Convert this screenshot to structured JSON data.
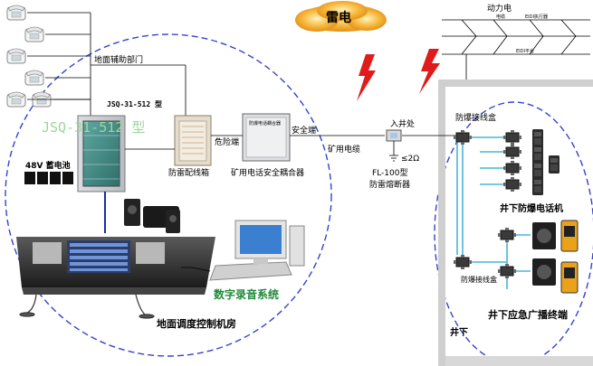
{
  "labels": {
    "lightning": "雷电",
    "power_line": "动力电",
    "power_sub1": "电缆",
    "power_sub2": "EIDI执行器",
    "power_sub3": "EIDI平台",
    "ground_aux": "地面辅助部门",
    "model": "JSQ-31-512 型",
    "model_watermark": "JSQ-31-512 型",
    "battery": "48V 蓄电池",
    "danger_end": "危险端",
    "safe_end": "安全端",
    "coupler_panel": "防爆电话耦合器",
    "distribution_box": "防雷配线箱",
    "coupler": "矿用电话安全耦合器",
    "mine_cable": "矿用电缆",
    "shaft_entry": "入井处",
    "ground_res": "≤2Ω",
    "fuse_model": "FL-100型",
    "fuse": "防雷熔断器",
    "junction_top": "防爆接线盒",
    "junction_bottom": "防爆接线盒",
    "ex_phone": "井下防爆电话机",
    "recording": "数字录音系统",
    "control_room": "地面调度控制机房",
    "underground": "井下",
    "broadcast": "井下应急广播终端"
  },
  "colors": {
    "dash_ellipse": "#3344cc",
    "wire": "#000000",
    "blue_link": "#1a2fa0",
    "underground_cable": "#49b6d6",
    "lightning_red": "#e01b1b",
    "cloud_orange": "#f2a11f",
    "watermark_green": "#9bd89b",
    "recording_green": "#1f8a3a"
  },
  "icons": {
    "phones": "telephone-icon",
    "bolt": "lightning-bolt-icon",
    "cloud": "thundercloud-icon"
  }
}
